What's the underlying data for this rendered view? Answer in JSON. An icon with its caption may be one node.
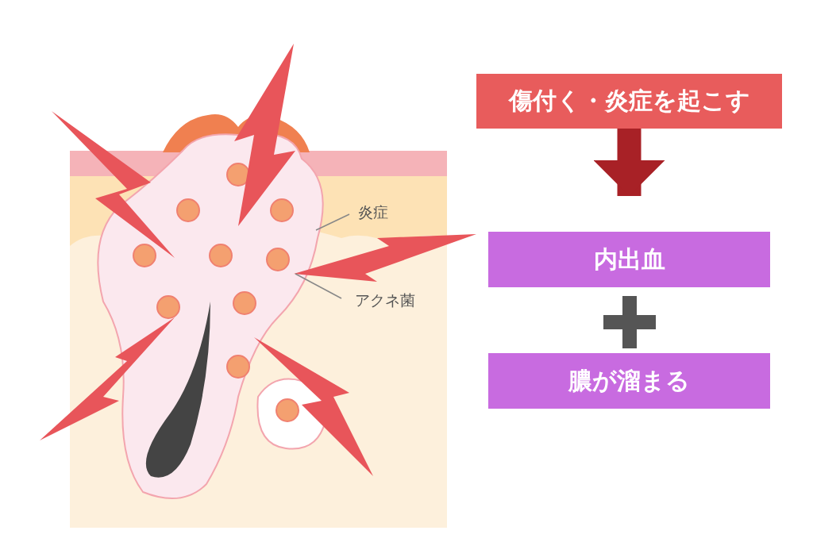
{
  "diagram": {
    "nodes": [
      {
        "text": [
          "傷付く・炎症を起こす"
        ]
      },
      {
        "text": [
          "内出血"
        ]
      },
      {
        "text": [
          "膿が溜まる"
        ]
      },
      {
        "text": [
          "炎症"
        ]
      },
      {
        "text": [
          "アクネ菌"
        ]
      }
    ],
    "edges": [
      {
        "from": 0,
        "to": 1,
        "arrow": "to",
        "style": "thick",
        "color": "#a82126"
      },
      {
        "from": 3,
        "to": null,
        "arrow": "none"
      },
      {
        "from": 4,
        "to": null,
        "arrow": "none"
      }
    ]
  }
}
